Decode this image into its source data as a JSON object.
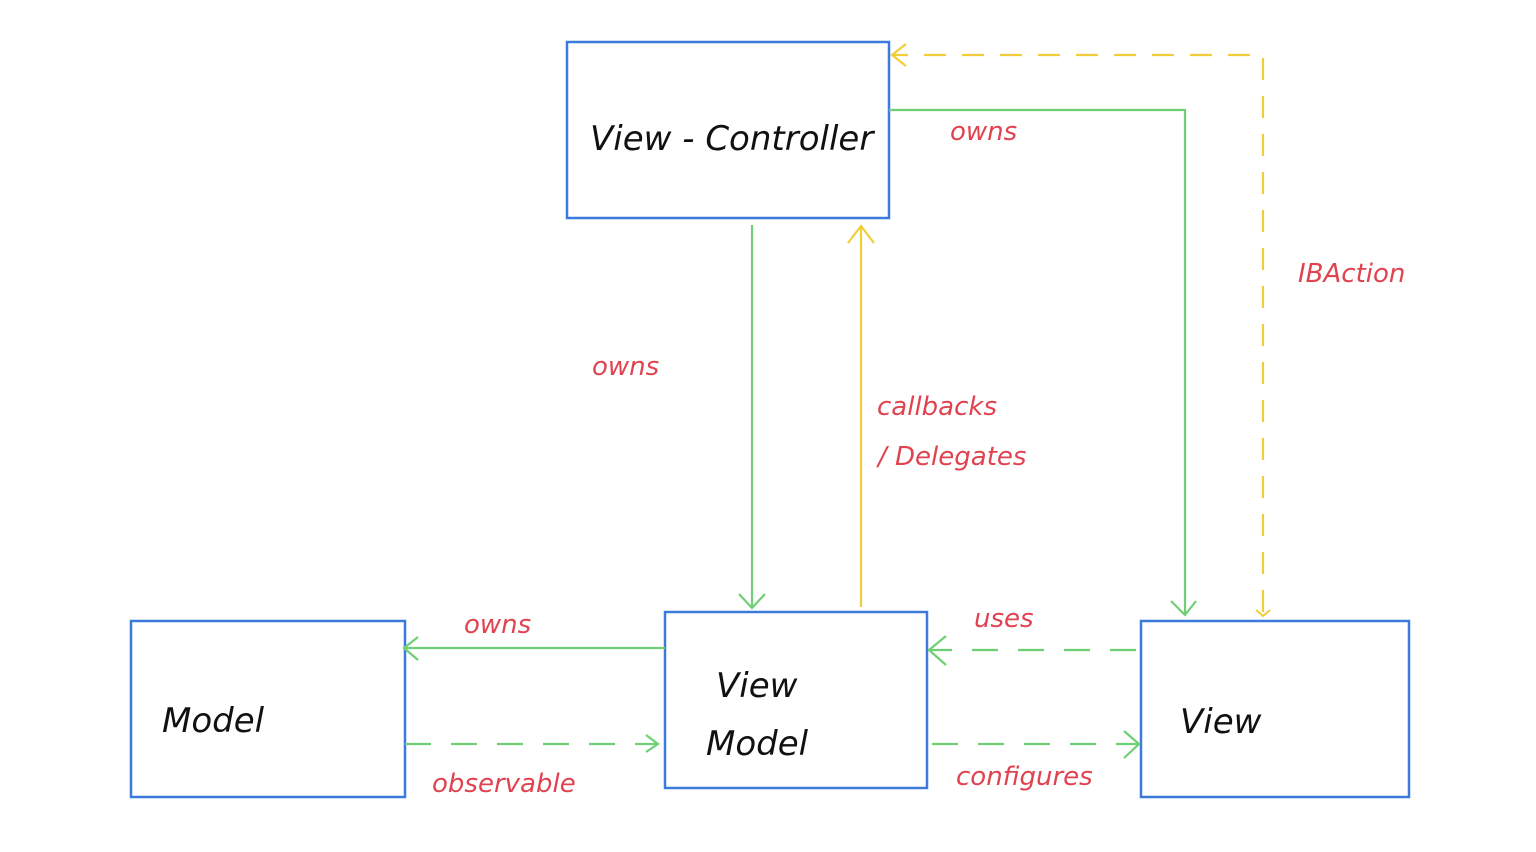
{
  "colors": {
    "box_border": "#3a7bdc",
    "owns_arrow": "#6fcf73",
    "callback_arrow": "#f2cd3a",
    "label": "#e0424f",
    "box_text": "#111111"
  },
  "nodes": {
    "view_controller": {
      "label": "View - Controller"
    },
    "model": {
      "label": "Model"
    },
    "view_model": {
      "label_line1": "View",
      "label_line2": "Model"
    },
    "view": {
      "label": "View"
    }
  },
  "edges": {
    "vc_owns_view": {
      "label": "owns",
      "style": "solid",
      "color": "green"
    },
    "view_ibaction_vc": {
      "label": "IBAction",
      "style": "dashed",
      "color": "yellow"
    },
    "vc_owns_viewmodel": {
      "label": "owns",
      "style": "solid",
      "color": "green"
    },
    "viewmodel_callbacks_vc": {
      "label_line1": "callbacks",
      "label_line2": "/ Delegates",
      "style": "solid",
      "color": "yellow"
    },
    "viewmodel_owns_model": {
      "label": "owns",
      "style": "solid",
      "color": "green"
    },
    "model_observable_viewmodel": {
      "label": "observable",
      "style": "dashed",
      "color": "green"
    },
    "view_uses_viewmodel": {
      "label": "uses",
      "style": "dashed",
      "color": "green"
    },
    "viewmodel_configures_view": {
      "label": "configures",
      "style": "dashed",
      "color": "green"
    }
  }
}
